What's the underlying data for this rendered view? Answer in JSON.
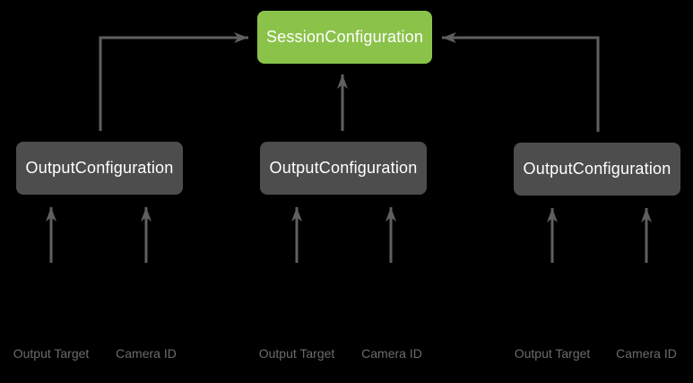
{
  "diagram": {
    "session": {
      "label": "SessionConfiguration"
    },
    "groups": [
      {
        "box": "OutputConfiguration",
        "inputs": [
          "Output Target",
          "Camera ID"
        ]
      },
      {
        "box": "OutputConfiguration",
        "inputs": [
          "Output Target",
          "Camera ID"
        ]
      },
      {
        "box": "OutputConfiguration",
        "inputs": [
          "Output Target",
          "Camera ID"
        ]
      }
    ],
    "colors": {
      "background": "#000000",
      "session_node": "#8BC34A",
      "output_node": "#4D4D4D",
      "node_text": "#FFFFFF",
      "arrow": "#5F5F5F",
      "input_label": "#6C6C6C"
    }
  }
}
